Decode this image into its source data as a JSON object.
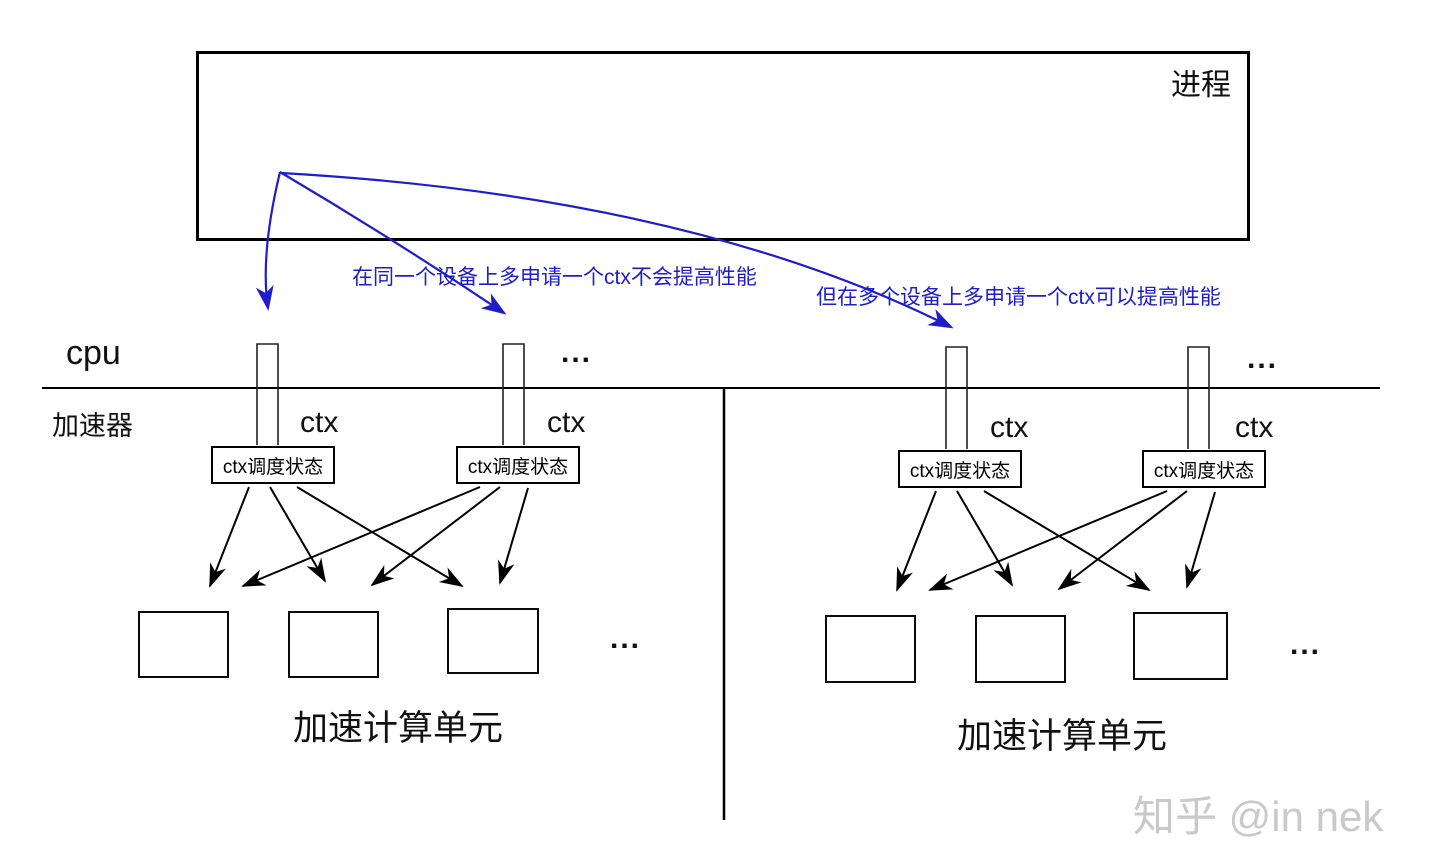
{
  "process": {
    "label": "进程"
  },
  "lanes": {
    "cpu_label": "cpu",
    "accelerator_label": "加速器"
  },
  "annotations": {
    "same_device": "在同一个设备上多申请一个ctx不会提高性能",
    "multi_device": "但在多个设备上多申请一个ctx可以提高性能"
  },
  "devices": [
    {
      "side": "left",
      "contexts": [
        {
          "label": "ctx",
          "state_label": "ctx调度状态"
        },
        {
          "label": "ctx",
          "state_label": "ctx调度状态"
        }
      ],
      "ctx_row_ellipsis": "...",
      "unit_row_ellipsis": "...",
      "compute_unit_count": 3,
      "compute_units_label": "加速计算单元"
    },
    {
      "side": "right",
      "contexts": [
        {
          "label": "ctx",
          "state_label": "ctx调度状态"
        },
        {
          "label": "ctx",
          "state_label": "ctx调度状态"
        }
      ],
      "ctx_row_ellipsis": "...",
      "unit_row_ellipsis": "...",
      "compute_unit_count": 3,
      "compute_units_label": "加速计算单元"
    }
  ],
  "watermark": "知乎 @in nek",
  "colors": {
    "annotation_blue": "#1d1dcc",
    "ink": "#000000",
    "watermark_gray": "#c9c9c9"
  }
}
